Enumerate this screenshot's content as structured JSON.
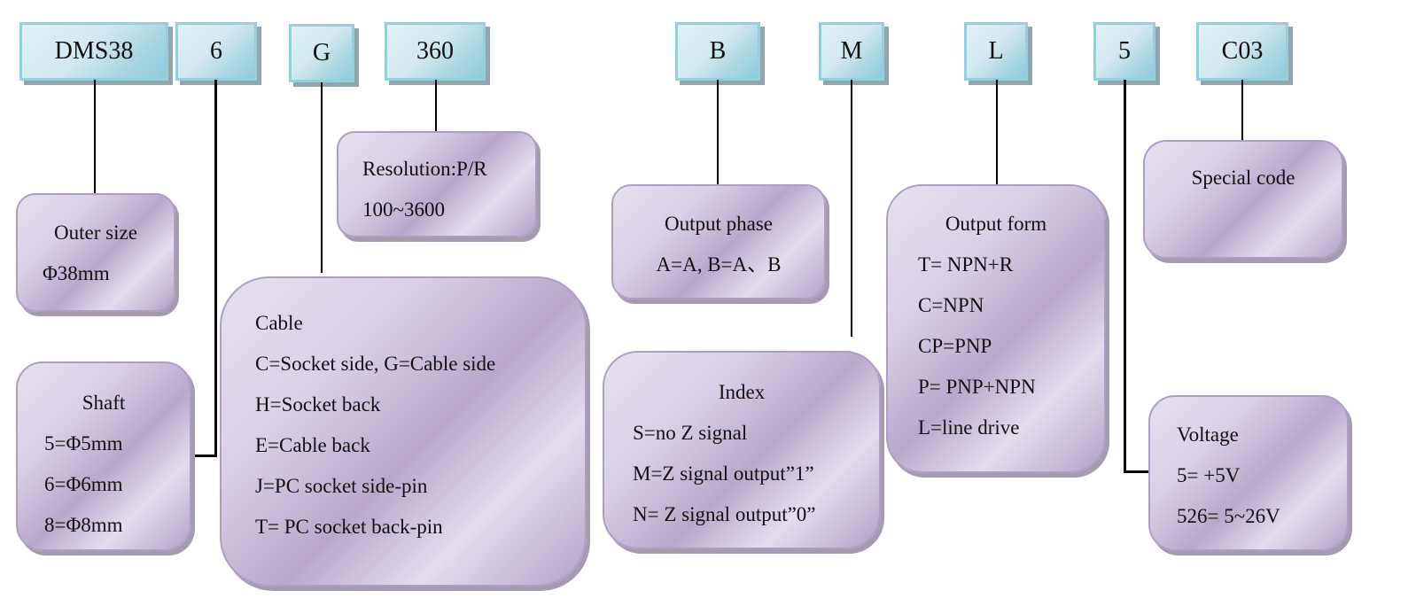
{
  "codes": [
    {
      "id": "dms38",
      "label": "DMS38"
    },
    {
      "id": "shaft",
      "label": "6"
    },
    {
      "id": "cable",
      "label": "G"
    },
    {
      "id": "resolution",
      "label": "360"
    },
    {
      "id": "phase",
      "label": "B"
    },
    {
      "id": "index",
      "label": "M"
    },
    {
      "id": "output",
      "label": "L"
    },
    {
      "id": "voltage",
      "label": "5"
    },
    {
      "id": "special",
      "label": "C03"
    }
  ],
  "boxes": {
    "outer_size": {
      "title": "Outer size",
      "lines": [
        "Φ38mm"
      ]
    },
    "shaft": {
      "title": "Shaft",
      "lines": [
        "5=Φ5mm",
        "6=Φ6mm",
        "8=Φ8mm"
      ]
    },
    "resolution": {
      "title": "Resolution:P/R",
      "lines": [
        "100~3600"
      ]
    },
    "cable": {
      "title": "Cable",
      "lines": [
        "C=Socket side, G=Cable side",
        "H=Socket back",
        "E=Cable back",
        "J=PC socket side-pin",
        "T= PC socket back-pin"
      ]
    },
    "output_phase": {
      "title": "Output phase",
      "lines": [
        "A=A, B=A、B"
      ]
    },
    "index": {
      "title": "Index",
      "lines": [
        "S=no Z signal",
        "M=Z signal output”1”",
        "N= Z signal output”0”"
      ]
    },
    "output_form": {
      "title": "Output form",
      "lines": [
        "T= NPN+R",
        "C=NPN",
        "CP=PNP",
        "P= PNP+NPN",
        "L=line drive"
      ]
    },
    "special_code": {
      "title": "Special code",
      "lines": []
    },
    "voltage": {
      "title": "Voltage",
      "lines": [
        "5= +5V",
        "526= 5~26V"
      ]
    }
  },
  "colors": {
    "code_fill": "#cfe8ef",
    "code_border": "#96cfdc",
    "box_fill": "#d9d0e5",
    "box_border": "#ad9ec4",
    "line": "#000000"
  }
}
